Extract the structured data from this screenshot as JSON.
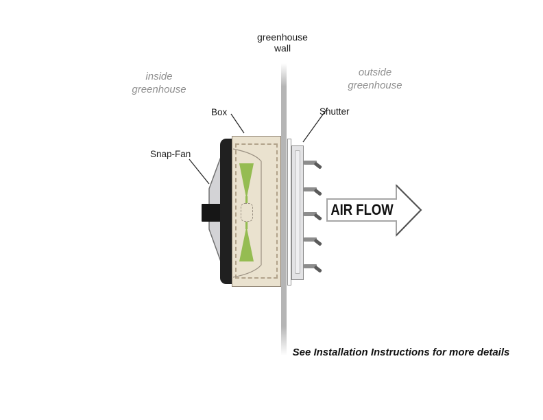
{
  "colors": {
    "box_fill": "#eae2cf",
    "box_dash": "#b1a28a",
    "panel_line": "#9a9082",
    "fan_green": "#95bc52",
    "frame_black": "#202020",
    "funnel_gray": "#d3d3d6",
    "funnel_outline": "#707070",
    "wall_gray": "#b5b5b5",
    "shutter_fill": "#e3e3e5",
    "slat_gray": "#8d8d8d",
    "slat_tip": "#5a5a5a",
    "label_gray": "#909090",
    "text_black": "#1a1a1a"
  },
  "labels": {
    "wall_line1": "greenhouse",
    "wall_line2": "wall",
    "inside_line1": "inside",
    "inside_line2": "greenhouse",
    "outside_line1": "outside",
    "outside_line2": "greenhouse",
    "box": "Box",
    "shutter": "Shutter",
    "snap_fan": "Snap-Fan",
    "air_flow": "AIR FLOW",
    "footnote": "See Installation Instructions for more details"
  }
}
